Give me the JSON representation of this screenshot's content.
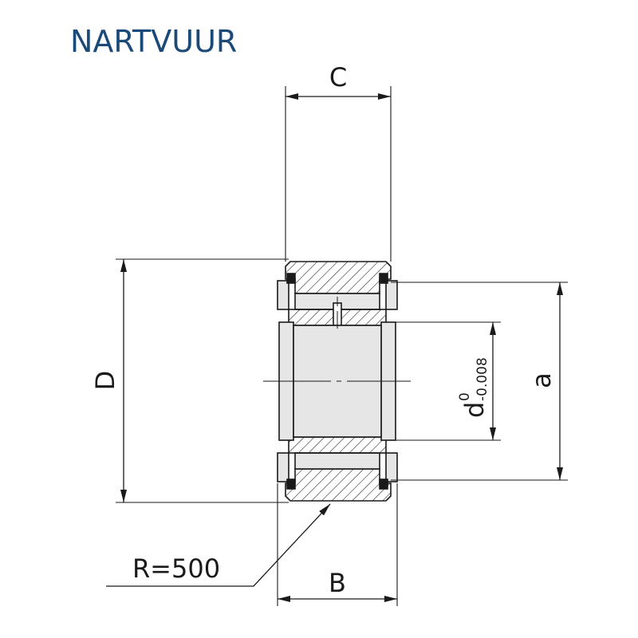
{
  "title": "NARTVUUR",
  "dimensions": {
    "C": "C",
    "D": "D",
    "a": "a",
    "B": "B",
    "radius": "R=500",
    "bore_symbol": "d",
    "bore_tol_upper": "0",
    "bore_tol_lower": "-0.008"
  },
  "colors": {
    "title": "#1c4a78",
    "line": "#1a1a1a",
    "fill": "#e6e6e6",
    "seal": "#1a1a1a"
  }
}
